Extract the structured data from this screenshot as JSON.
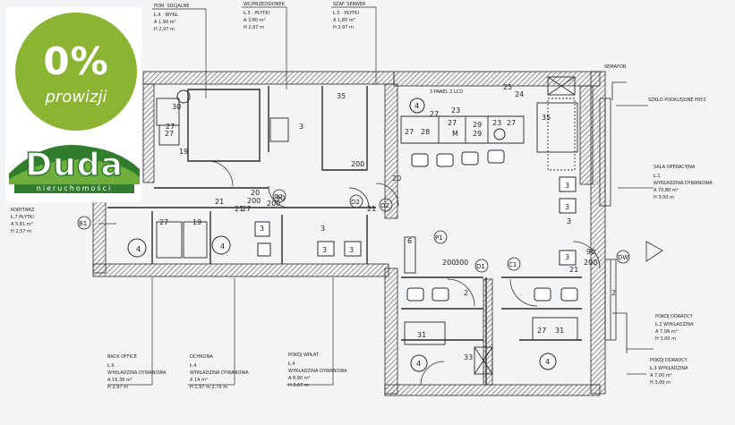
{
  "logo": {
    "badge_big": "0%",
    "badge_small": "prowizji",
    "brand_name": "Duda",
    "brand_sub": "nieruchomości",
    "badge_color": "#8ab432",
    "brand_color": "#2f7d2d"
  },
  "labels": {
    "semafor": "SEMAFOR",
    "tv_panel": "3  PANEL 2 LCD",
    "sala": "SALA OPERACYJNA",
    "pokoj_doradcy": "POKÓJ DORADCY",
    "back_office": "BACK OFFICE",
    "ochrona": "OCHRONA",
    "pokoj_wplat": "POKÓJ WPŁAT",
    "korytarz": "KORYTARZ",
    "szklo": "SZKŁO PODKLEJONE FRYZ",
    "wykladzina": "WYKŁADZINA DYWANOWA"
  },
  "codes": [
    "D2",
    "D2",
    "D2",
    "P1",
    "D1",
    "C1",
    "DW",
    "B1"
  ],
  "numbers": [
    "30",
    "27",
    "19",
    "27",
    "19",
    "27",
    "20",
    "200",
    "21",
    "21",
    "20",
    "90",
    "200",
    "200",
    "27",
    "28",
    "27",
    "29",
    "23",
    "35",
    "3",
    "3",
    "3",
    "31",
    "27",
    "33",
    "31",
    "200",
    "300",
    "2",
    "6",
    "4",
    "4",
    "4",
    "4",
    "4",
    "3",
    "3",
    "3",
    "3",
    "3",
    "3",
    "27",
    "27",
    "M",
    "25",
    "24",
    "23",
    "29",
    "27",
    "21",
    "21",
    "35",
    "90",
    "200",
    "2"
  ],
  "colors": {
    "hatch": "#555555",
    "wall": "#2a2a2a",
    "paper": "#f3f4f6"
  }
}
